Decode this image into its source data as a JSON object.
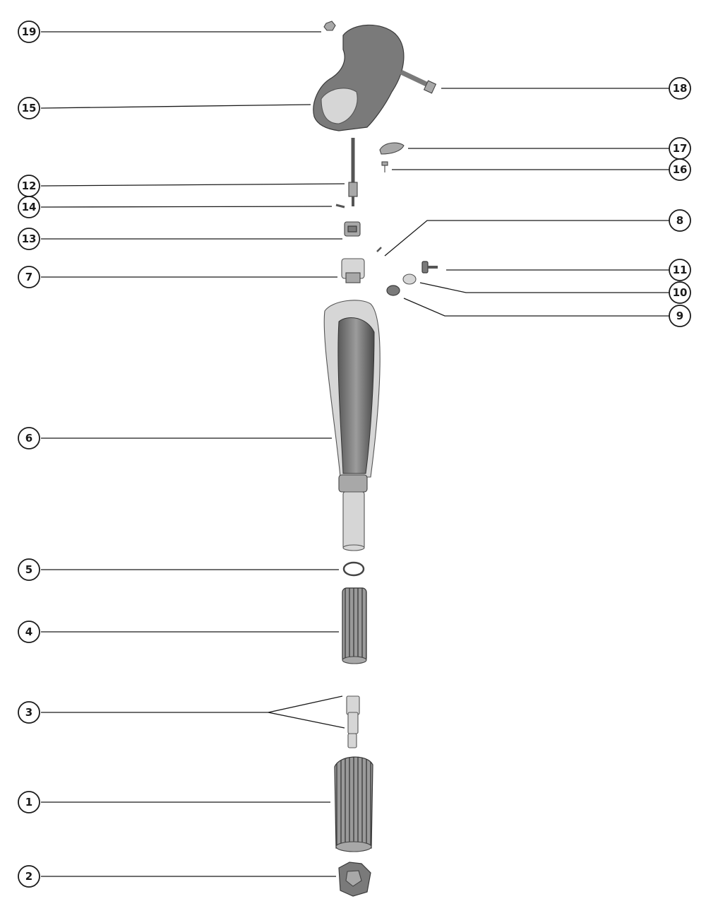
{
  "callouts": [
    {
      "label": "19"
    },
    {
      "label": "15"
    },
    {
      "label": "18"
    },
    {
      "label": "17"
    },
    {
      "label": "16"
    },
    {
      "label": "12"
    },
    {
      "label": "14"
    },
    {
      "label": "13"
    },
    {
      "label": "8"
    },
    {
      "label": "7"
    },
    {
      "label": "11"
    },
    {
      "label": "10"
    },
    {
      "label": "9"
    },
    {
      "label": "6"
    },
    {
      "label": "5"
    },
    {
      "label": "4"
    },
    {
      "label": "3"
    },
    {
      "label": "1"
    },
    {
      "label": "2"
    }
  ]
}
